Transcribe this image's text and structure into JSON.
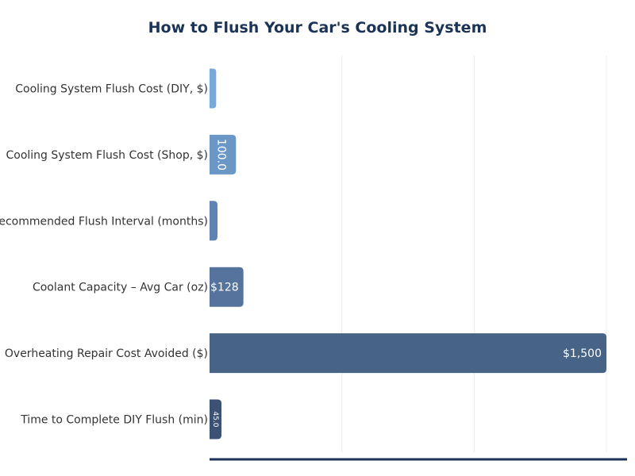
{
  "chart_data": {
    "type": "bar",
    "orientation": "horizontal",
    "title": "How to Flush Your Car's Cooling System",
    "xlabel": "",
    "ylabel": "",
    "xlim": [
      0,
      1500
    ],
    "grid": true,
    "categories": [
      "Cooling System Flush Cost (DIY, $)",
      "Cooling System Flush Cost (Shop, $)",
      "Recommended Flush Interval (months)",
      "Coolant Capacity – Avg Car (oz)",
      "Overheating Repair Cost Avoided ($)",
      "Time to Complete DIY Flush (min)"
    ],
    "values": [
      25,
      100,
      30,
      128,
      1500,
      45
    ],
    "data_labels": [
      "",
      "100.0",
      "",
      "$128",
      "$1,500",
      "45.0"
    ],
    "label_rotated": [
      false,
      true,
      false,
      false,
      false,
      true
    ],
    "colors": [
      "#78a9db",
      "#6a97c6",
      "#5f84b1",
      "#55739c",
      "#476487",
      "#3b5274"
    ]
  },
  "style": {
    "title_color": "#1b3355",
    "grid_color": "#ececf0",
    "axis_color": "#1b3355"
  }
}
